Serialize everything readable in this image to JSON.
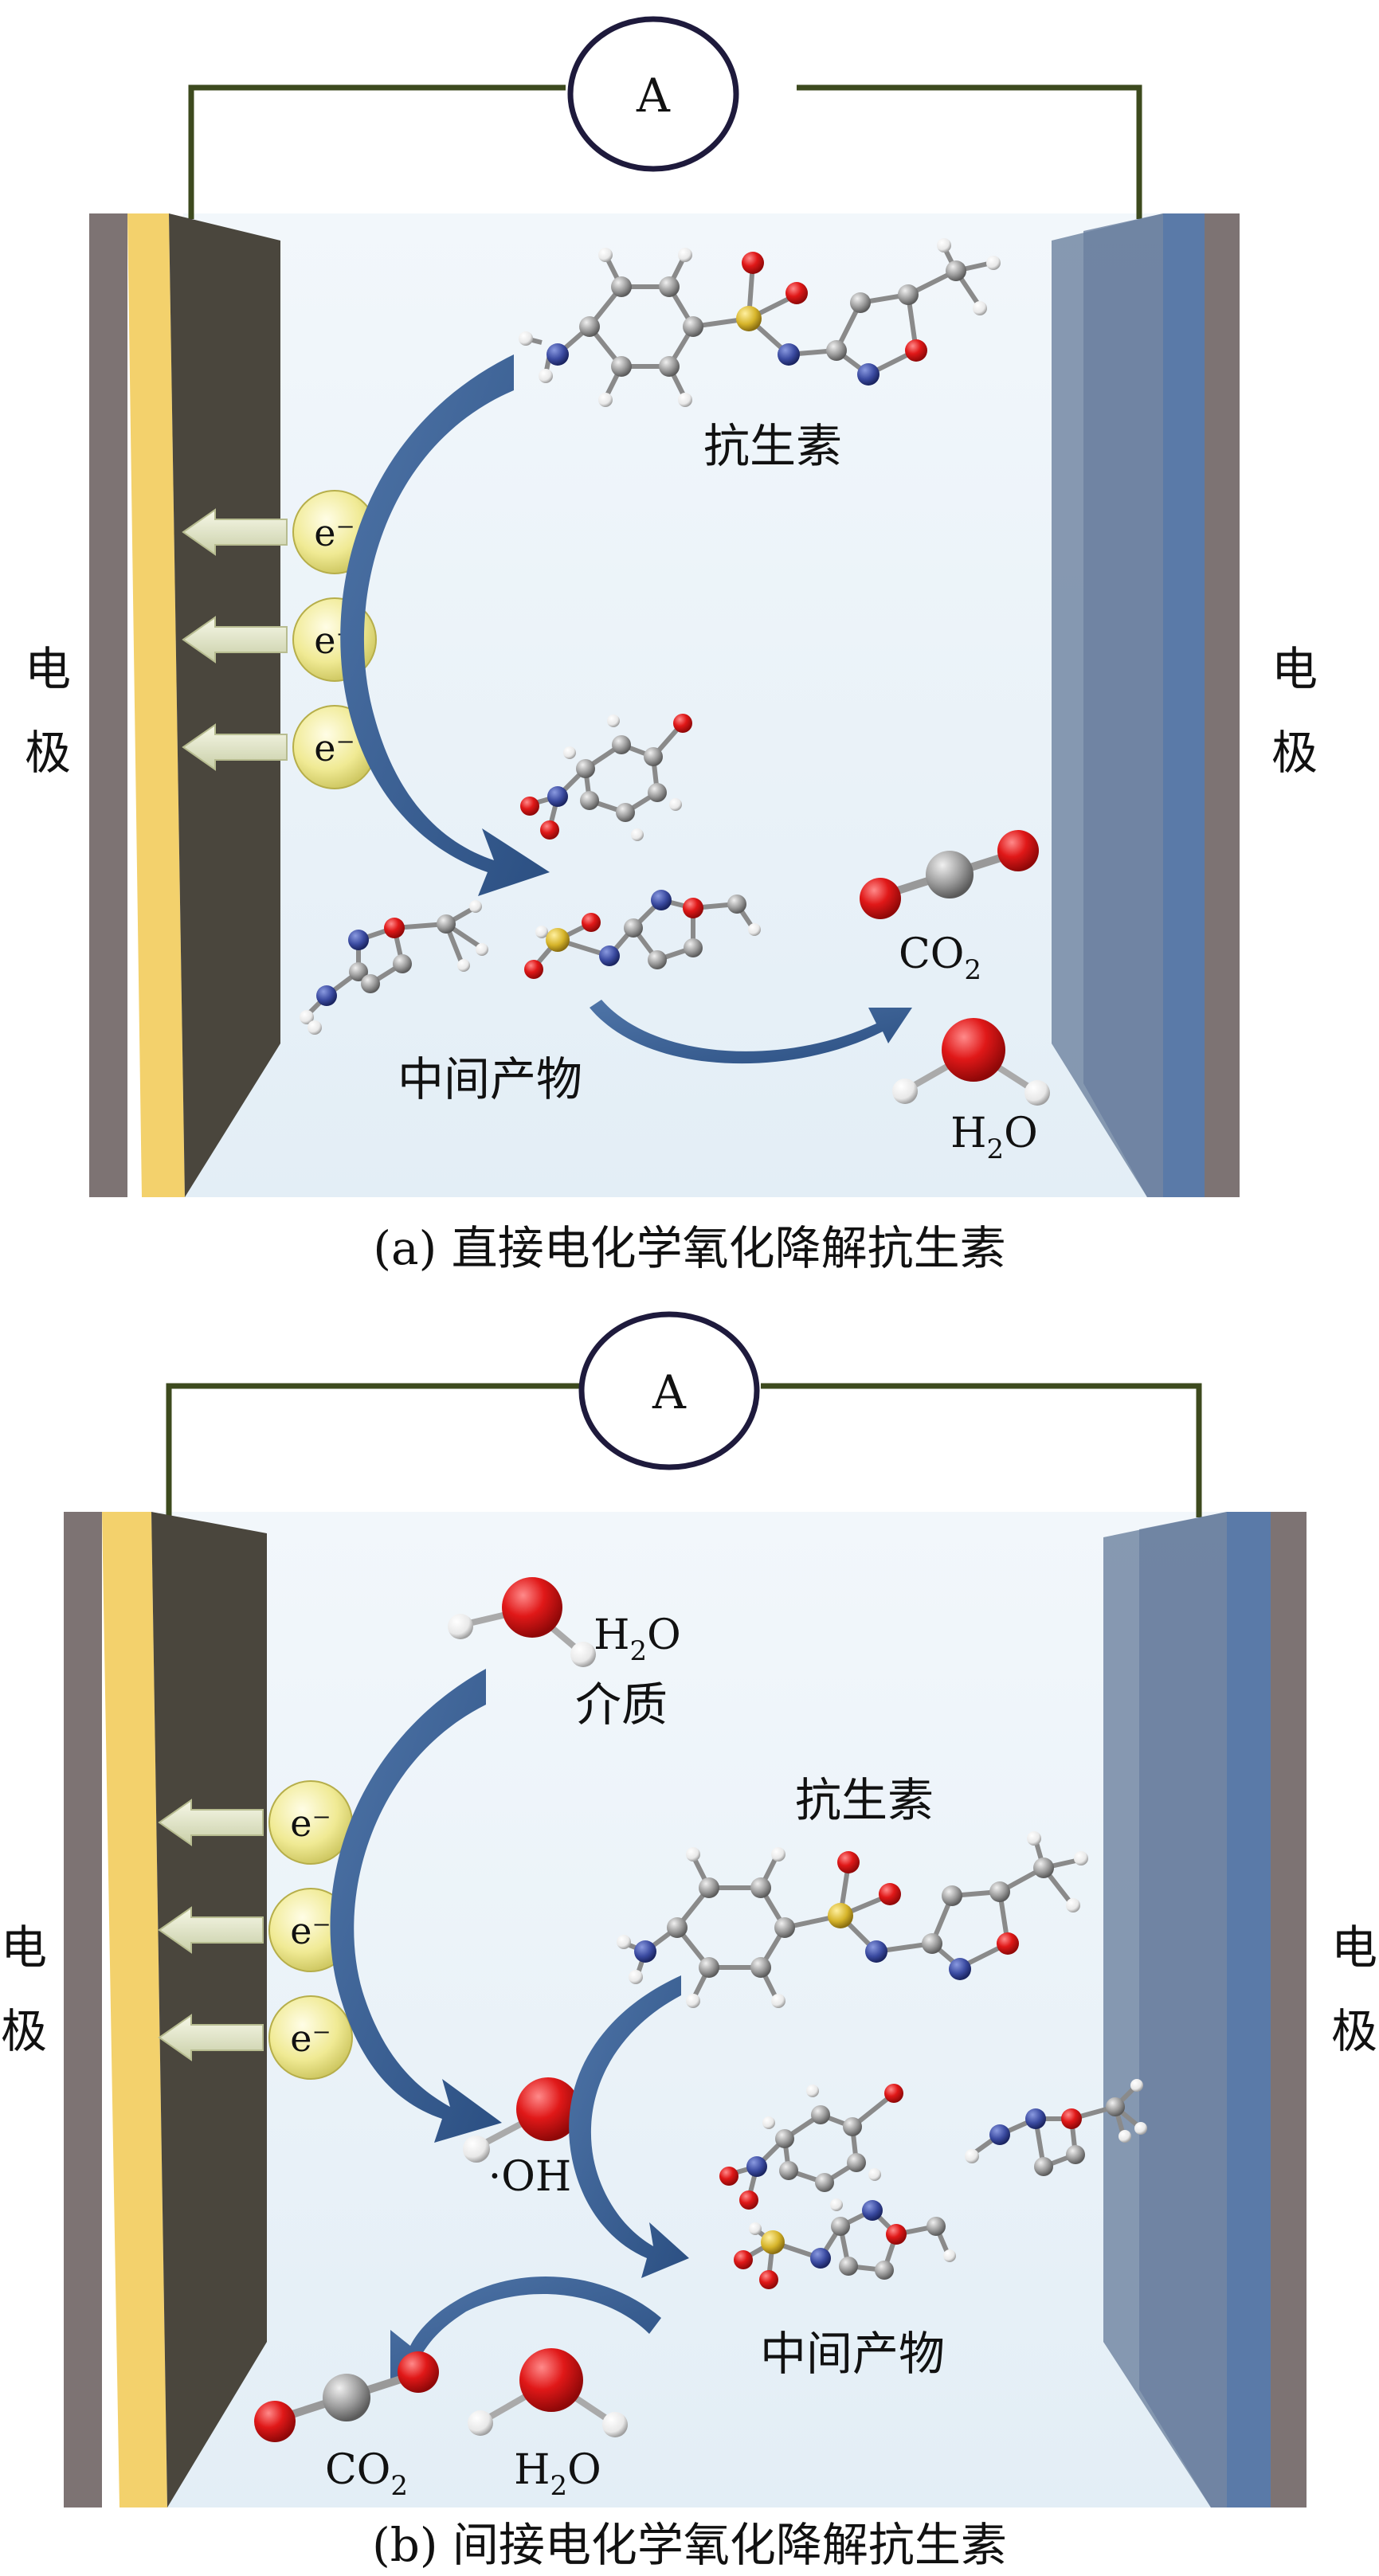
{
  "panel_a": {
    "ammeter": "A",
    "electrode_left": "电极",
    "electrode_right": "电极",
    "electron": "e⁻",
    "antibiotic": "抗生素",
    "intermediate": "中间产物",
    "co2": "CO",
    "co2_sub": "2",
    "h2o_h": "H",
    "h2o_sub": "2",
    "h2o_o": "O",
    "caption": "(a) 直接电化学氧化降解抗生素"
  },
  "panel_b": {
    "ammeter": "A",
    "electrode_left": "电极",
    "electrode_right": "电极",
    "electron": "e⁻",
    "medium_h": "H",
    "medium_sub": "2",
    "medium_o": "O",
    "medium_label": "介质",
    "antibiotic": "抗生素",
    "hydroxyl": "·OH",
    "intermediate": "中间产物",
    "co2": "CO",
    "co2_sub": "2",
    "h2o_h": "H",
    "h2o_sub": "2",
    "h2o_o": "O",
    "caption": "(b) 间接电化学氧化降解抗生素"
  },
  "colors": {
    "electrode_dark": "#4a463d",
    "electrode_gold": "#f3d16c",
    "electrode_grey": "#7d7373",
    "electrode_blue": "#5a7aa8",
    "arrow_blue": "#3e6394",
    "electron_ball": "#f2ee9c",
    "oxygen": "#e02020",
    "carbon": "#9a9a9a",
    "nitrogen": "#3a4aa0",
    "sulfur": "#d6b42a",
    "hydrogen": "#f4f4f4",
    "wire": "#3d4a1e",
    "ammeter_ring": "#1e1a3c"
  }
}
